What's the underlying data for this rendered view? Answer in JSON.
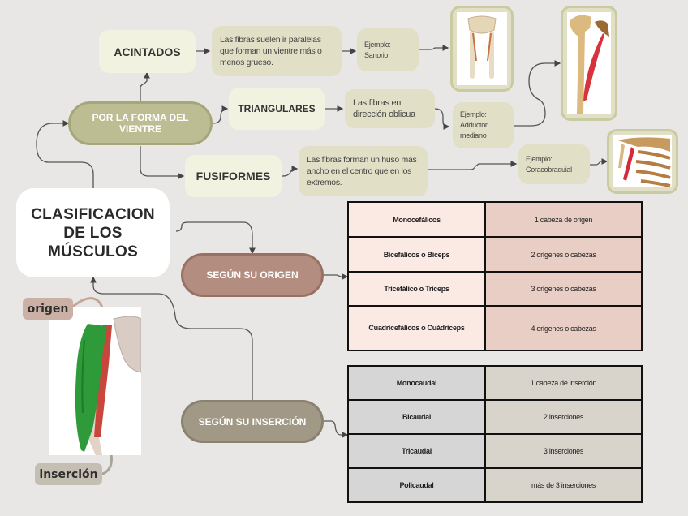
{
  "root": {
    "title": "CLASIFICACION DE LOS MÚSCULOS"
  },
  "branches": {
    "forma": {
      "label": "POR LA FORMA DEL VIENTRE",
      "color": "#bdbd94",
      "types": [
        {
          "label": "ACINTADOS",
          "description": "Las fibras suelen ir paralelas que forman un vientre más o menos grueso.",
          "example": "Ejemplo: Sartorio",
          "image": "sartorio-illustration"
        },
        {
          "label": "TRIANGULARES",
          "description": "Las fibras en dirección oblicua",
          "example": "Ejemplo: Adductor mediano",
          "image": "adductor-illustration"
        },
        {
          "label": "FUSIFORMES",
          "description": "Las fibras forman un huso más ancho en el centro que en los extremos.",
          "example": "Ejemplo: Coracobraquial",
          "image": "coracobraquial-illustration"
        }
      ]
    },
    "origen": {
      "label": "SEGÚN SU ORIGEN",
      "color": "#b48d81",
      "rows": [
        {
          "name": "Monocefálicos",
          "value": "1 cabeza de origen"
        },
        {
          "name": "Bicefálicos o Bíceps",
          "value": "2 orígenes o cabezas"
        },
        {
          "name": "Tricefálico o Tríceps",
          "value": "3 orígenes o cabezas"
        },
        {
          "name": "Cuadricefálicos o Cuádriceps",
          "value": "4 orígenes o cabezas"
        }
      ]
    },
    "insercion": {
      "label": "SEGÚN SU INSERCIÓN",
      "color": "#a19985",
      "rows": [
        {
          "name": "Monocaudal",
          "value": "1 cabeza de inserción"
        },
        {
          "name": "Bicaudal",
          "value": "2 inserciones"
        },
        {
          "name": "Tricaudal",
          "value": "3 inserciones"
        },
        {
          "name": "Policaudal",
          "value": "más de 3 inserciones"
        }
      ]
    }
  },
  "arm_figure": {
    "origin_label": "origen",
    "insertion_label": "inserción",
    "image": "biceps-arm-illustration"
  }
}
